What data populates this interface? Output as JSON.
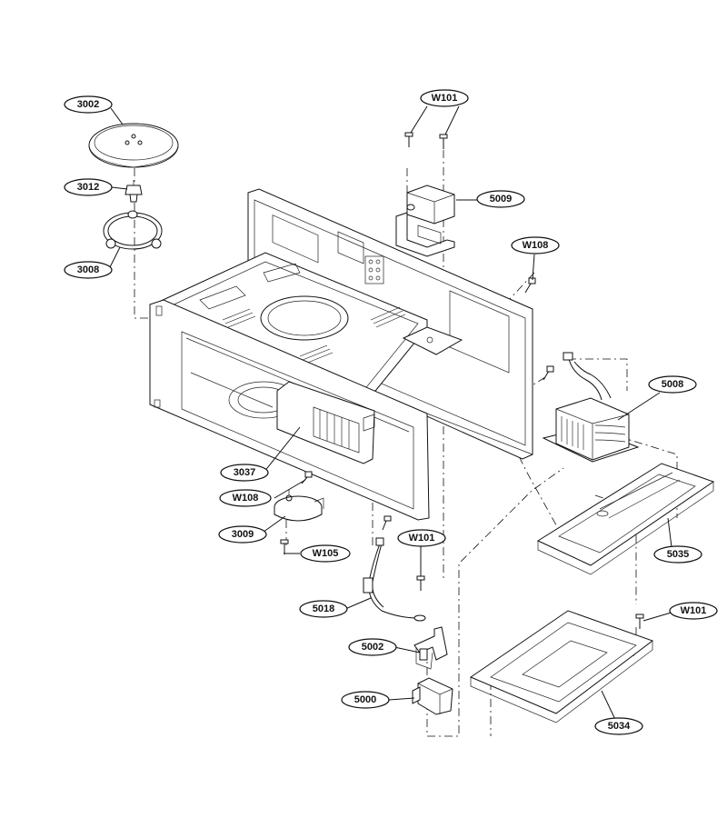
{
  "diagram": {
    "labels": {
      "p3002": "3002",
      "p3012": "3012",
      "p3008": "3008",
      "w101_top": "W101",
      "p5009": "5009",
      "w108_right": "W108",
      "p5008": "5008",
      "p3037": "3037",
      "w108_left": "W108",
      "p3009": "3009",
      "w105": "W105",
      "w101_mid": "W101",
      "p5018": "5018",
      "p5002": "5002",
      "p5000": "5000",
      "p5035": "5035",
      "w101_right": "W101",
      "p5034": "5034"
    }
  }
}
